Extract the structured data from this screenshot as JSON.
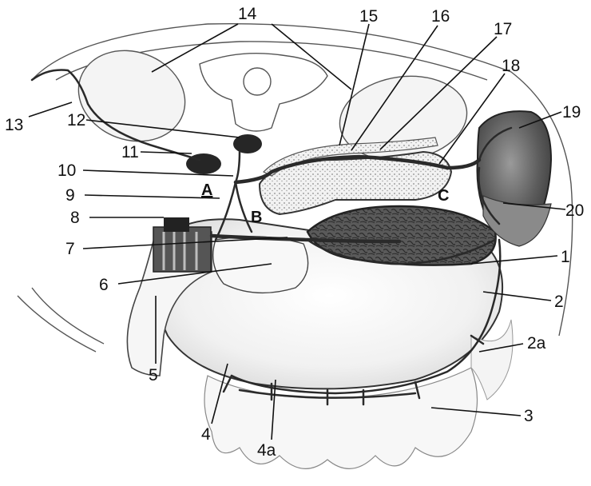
{
  "labels": {
    "l1": "1",
    "l2": "2",
    "l2a": "2a",
    "l3": "3",
    "l4": "4",
    "l4a": "4a",
    "l5": "5",
    "l6": "6",
    "l7": "7",
    "l8": "8",
    "l9": "9",
    "l10": "10",
    "l11": "11",
    "l12": "12",
    "l13": "13",
    "l14": "14",
    "l15": "15",
    "l16": "16",
    "l17": "17",
    "l18": "18",
    "l19": "19",
    "l20": "20",
    "lA": "A",
    "lB": "B",
    "lC": "C"
  }
}
